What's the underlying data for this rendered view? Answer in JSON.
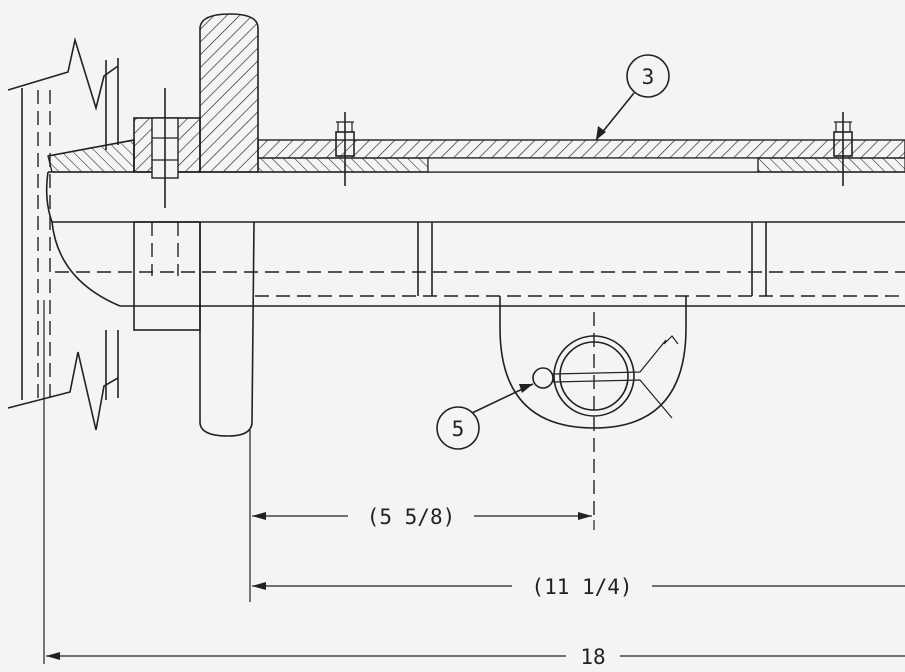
{
  "callouts": {
    "part_3": "3",
    "part_5": "5"
  },
  "dimensions": {
    "dim_short": "(5 5/8)",
    "dim_mid": "(11 1/4)",
    "dim_overall": "18"
  },
  "colors": {
    "ink": "#222222",
    "paper": "#f4f4f2"
  }
}
